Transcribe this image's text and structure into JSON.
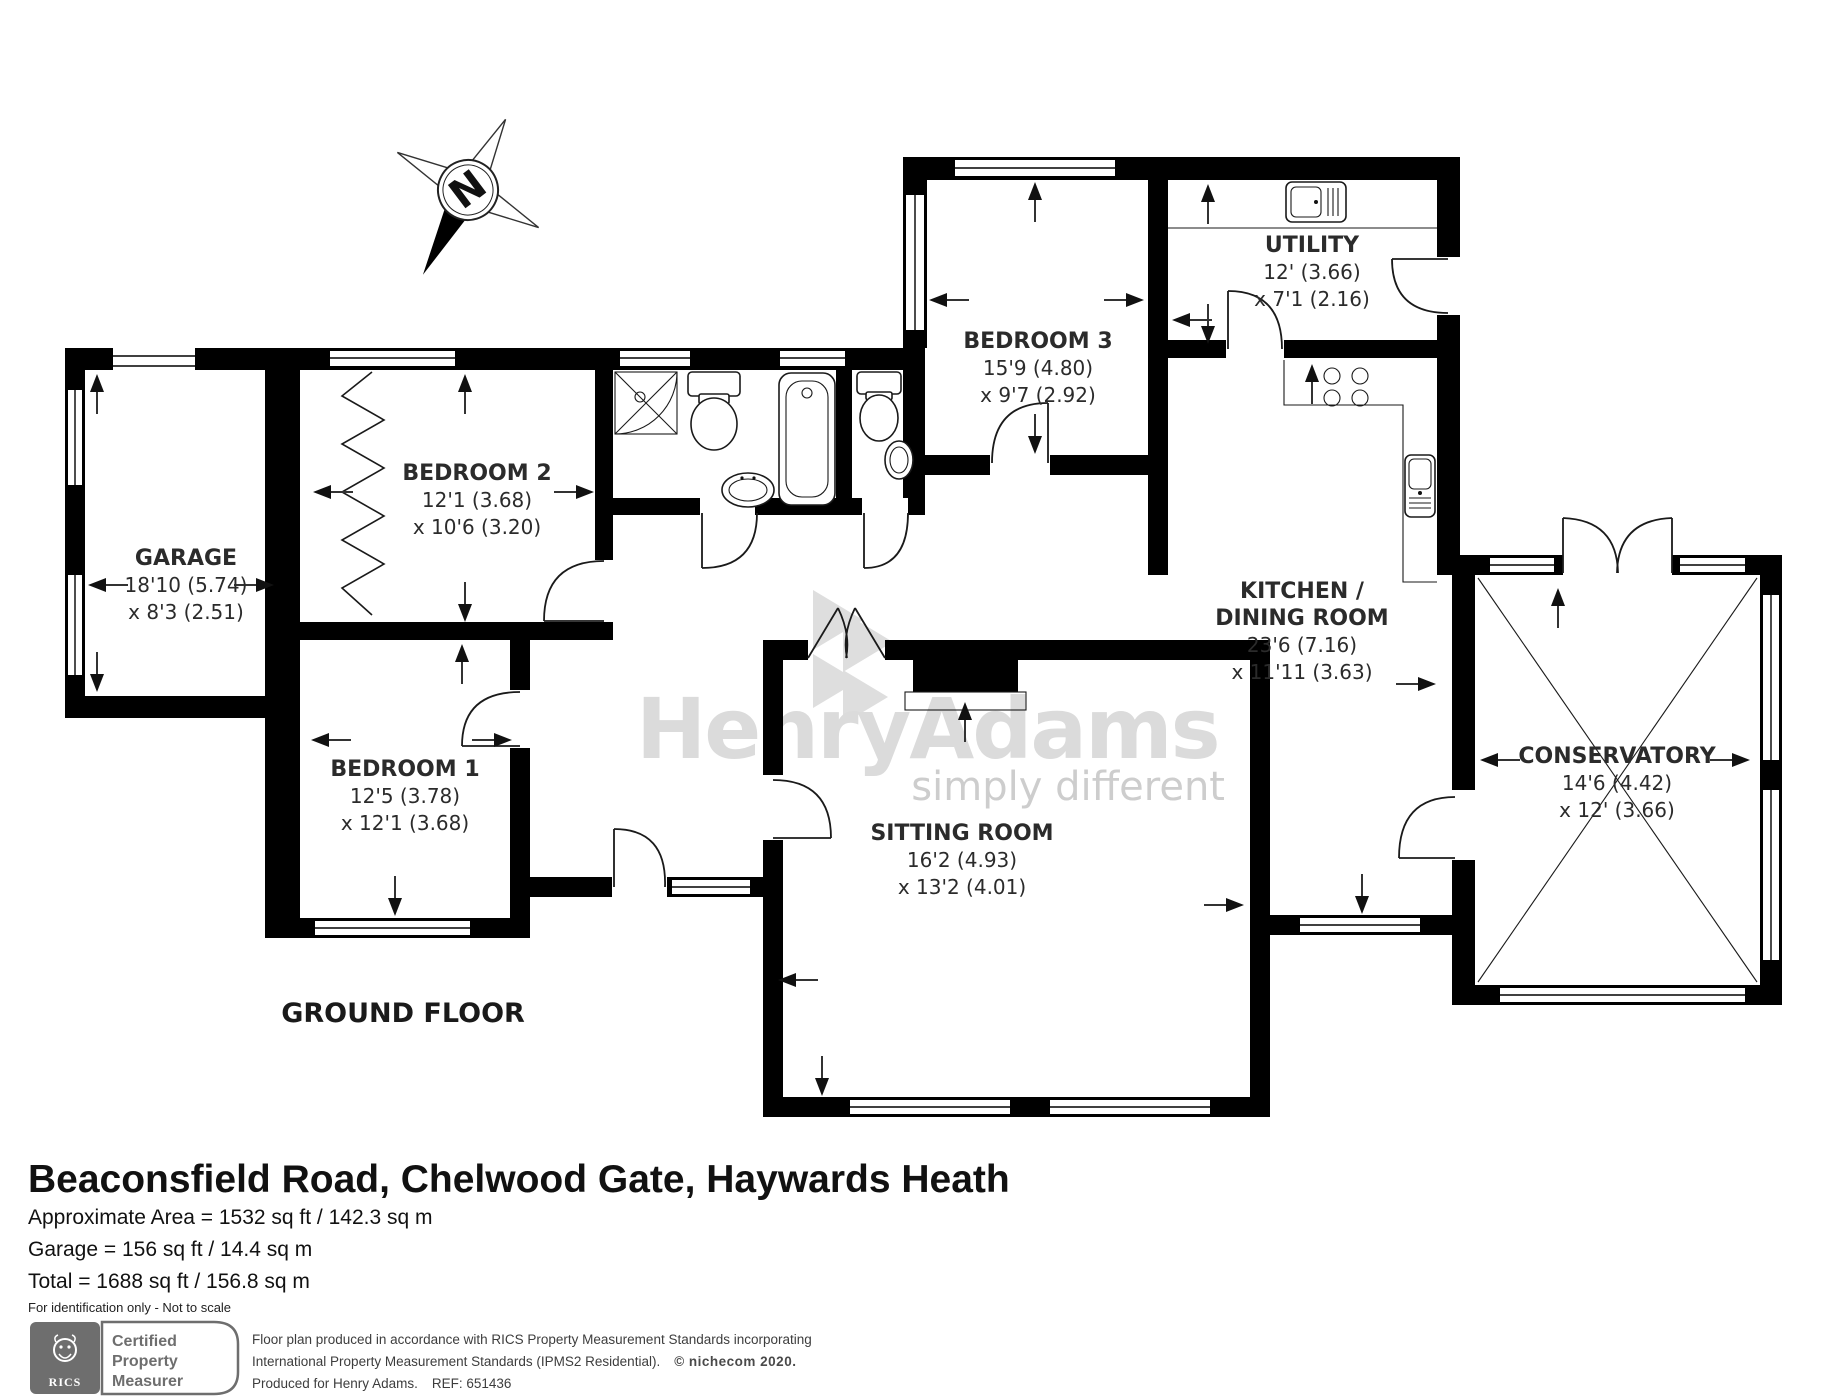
{
  "title": "Beaconsfield Road, Chelwood Gate, Haywards Heath",
  "floor_label": "GROUND FLOOR",
  "areas": {
    "approximate": "Approximate Area = 1532 sq ft / 142.3 sq m",
    "garage": "Garage = 156 sq ft / 14.4 sq m",
    "total": "Total = 1688 sq ft / 156.8 sq m",
    "disclaimer": "For identification only - Not to scale"
  },
  "compass": {
    "north_label": "N"
  },
  "watermark": {
    "brand": "HenryAdams",
    "tagline": "simply different"
  },
  "rooms": [
    {
      "id": "garage",
      "name": "GARAGE",
      "dim1": "18'10 (5.74)",
      "dim2": "x 8'3 (2.51)"
    },
    {
      "id": "bedroom-2",
      "name": "BEDROOM 2",
      "dim1": "12'1 (3.68)",
      "dim2": "x 10'6 (3.20)"
    },
    {
      "id": "bedroom-1",
      "name": "BEDROOM 1",
      "dim1": "12'5 (3.78)",
      "dim2": "x 12'1 (3.68)"
    },
    {
      "id": "bedroom-3",
      "name": "BEDROOM 3",
      "dim1": "15'9 (4.80)",
      "dim2": "x 9'7 (2.92)"
    },
    {
      "id": "utility",
      "name": "UTILITY",
      "dim1": "12' (3.66)",
      "dim2": "x 7'1 (2.16)"
    },
    {
      "id": "kitchen-dining",
      "name": "KITCHEN /",
      "name2": "DINING ROOM",
      "dim1": "23'6 (7.16)",
      "dim2": "x 11'11 (3.63)"
    },
    {
      "id": "conservatory",
      "name": "CONSERVATORY",
      "dim1": "14'6 (4.42)",
      "dim2": "x 12' (3.66)"
    },
    {
      "id": "sitting-room",
      "name": "SITTING ROOM",
      "dim1": "16'2 (4.93)",
      "dim2": "x 13'2 (4.01)"
    }
  ],
  "footer": {
    "rics_wordmark": "RICS",
    "badge_line1": "Certified",
    "badge_line2": "Property",
    "badge_line3": "Measurer",
    "line1": "Floor plan produced in accordance with RICS Property Measurement Standards incorporating",
    "line2a": "International Property Measurement Standards (IPMS2 Residential).",
    "line2b": "© nichecom 2020.",
    "line3a": "Produced for Henry Adams.",
    "line3b": "REF: 651436"
  },
  "colors": {
    "wall": "#000000",
    "label": "#2b2b2b",
    "watermark_brand": "#dbdbdb",
    "watermark_tagline": "#cdcdcd",
    "footer_gray": "#6e6e6e"
  }
}
